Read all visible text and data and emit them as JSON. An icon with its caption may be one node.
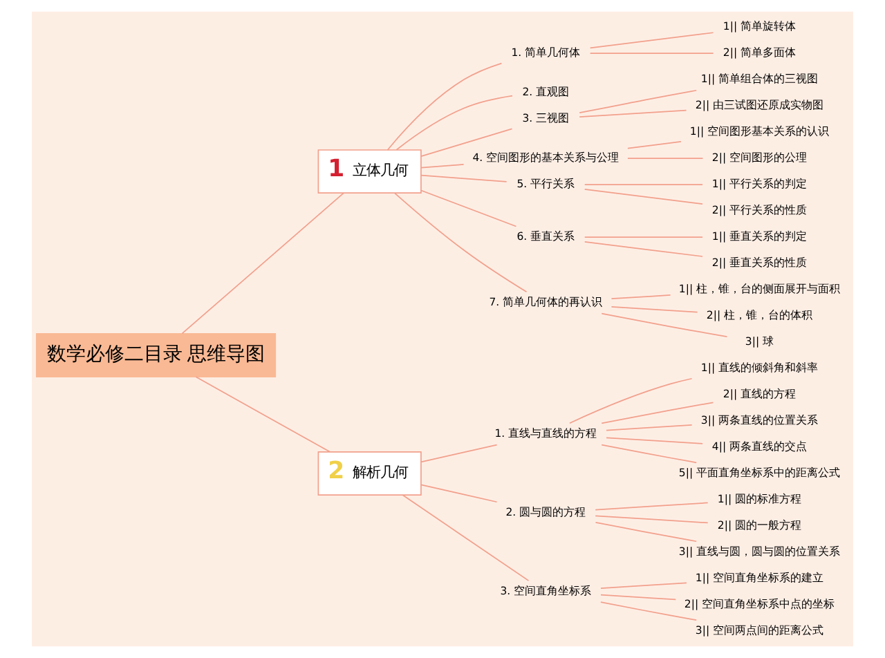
{
  "diagram": {
    "nodes": [
      {
        "text": [
          "数学必修二目录 思维导图"
        ]
      },
      {
        "text": [
          "1",
          "立体几何"
        ]
      },
      {
        "text": [
          "1. 简单几何体"
        ]
      },
      {
        "text": [
          "1|| 简单旋转体"
        ]
      },
      {
        "text": [
          "2|| 简单多面体"
        ]
      },
      {
        "text": [
          "2. 直观图"
        ]
      },
      {
        "text": [
          "3. 三视图"
        ]
      },
      {
        "text": [
          "1|| 简单组合体的三视图"
        ]
      },
      {
        "text": [
          "2|| 由三试图还原成实物图"
        ]
      },
      {
        "text": [
          "4. 空间图形的基本关系与公理"
        ]
      },
      {
        "text": [
          "1|| 空间图形基本关系的认识"
        ]
      },
      {
        "text": [
          "2|| 空间图形的公理"
        ]
      },
      {
        "text": [
          "5. 平行关系"
        ]
      },
      {
        "text": [
          "1|| 平行关系的判定"
        ]
      },
      {
        "text": [
          "2|| 平行关系的性质"
        ]
      },
      {
        "text": [
          "6. 垂直关系"
        ]
      },
      {
        "text": [
          "1|| 垂直关系的判定"
        ]
      },
      {
        "text": [
          "2|| 垂直关系的性质"
        ]
      },
      {
        "text": [
          "7. 简单几何体的再认识"
        ]
      },
      {
        "text": [
          "1|| 柱，锥，台的侧面展开与面积"
        ]
      },
      {
        "text": [
          "2|| 柱，锥，台的体积"
        ]
      },
      {
        "text": [
          "3|| 球"
        ]
      },
      {
        "text": [
          "2",
          "解析几何"
        ]
      },
      {
        "text": [
          "1. 直线与直线的方程"
        ]
      },
      {
        "text": [
          "1|| 直线的倾斜角和斜率"
        ]
      },
      {
        "text": [
          "2|| 直线的方程"
        ]
      },
      {
        "text": [
          "3|| 两条直线的位置关系"
        ]
      },
      {
        "text": [
          "4|| 两条直线的交点"
        ]
      },
      {
        "text": [
          "5|| 平面直角坐标系中的距离公式"
        ]
      },
      {
        "text": [
          "2. 圆与圆的方程"
        ]
      },
      {
        "text": [
          "1|| 圆的标准方程"
        ]
      },
      {
        "text": [
          "2|| 圆的一般方程"
        ]
      },
      {
        "text": [
          "3|| 直线与圆，圆与圆的位置关系"
        ]
      },
      {
        "text": [
          "3. 空间直角坐标系"
        ]
      },
      {
        "text": [
          "1|| 空间直角坐标系的建立"
        ]
      },
      {
        "text": [
          "2|| 空间直角坐标系中点的坐标"
        ]
      },
      {
        "text": [
          "3|| 空间两点间的距离公式"
        ]
      }
    ],
    "edges": [
      {
        "from": 0,
        "to": 1,
        "arrow": "none"
      },
      {
        "from": 1,
        "to": 2,
        "arrow": "none"
      },
      {
        "from": 2,
        "to": 3,
        "arrow": "none"
      },
      {
        "from": 2,
        "to": 4,
        "arrow": "none"
      },
      {
        "from": 1,
        "to": 5,
        "arrow": "none"
      },
      {
        "from": 1,
        "to": 6,
        "arrow": "none"
      },
      {
        "from": 6,
        "to": 7,
        "arrow": "none"
      },
      {
        "from": 6,
        "to": 8,
        "arrow": "none"
      },
      {
        "from": 1,
        "to": 9,
        "arrow": "none"
      },
      {
        "from": 9,
        "to": 10,
        "arrow": "none"
      },
      {
        "from": 9,
        "to": 11,
        "arrow": "none"
      },
      {
        "from": 1,
        "to": 12,
        "arrow": "none"
      },
      {
        "from": 12,
        "to": 13,
        "arrow": "none"
      },
      {
        "from": 12,
        "to": 14,
        "arrow": "none"
      },
      {
        "from": 1,
        "to": 15,
        "arrow": "none"
      },
      {
        "from": 15,
        "to": 16,
        "arrow": "none"
      },
      {
        "from": 15,
        "to": 17,
        "arrow": "none"
      },
      {
        "from": 1,
        "to": 18,
        "arrow": "none"
      },
      {
        "from": 18,
        "to": 19,
        "arrow": "none"
      },
      {
        "from": 18,
        "to": 20,
        "arrow": "none"
      },
      {
        "from": 18,
        "to": 21,
        "arrow": "none"
      },
      {
        "from": 0,
        "to": 22,
        "arrow": "none"
      },
      {
        "from": 22,
        "to": 23,
        "arrow": "none"
      },
      {
        "from": 23,
        "to": 24,
        "arrow": "none"
      },
      {
        "from": 23,
        "to": 25,
        "arrow": "none"
      },
      {
        "from": 23,
        "to": 26,
        "arrow": "none"
      },
      {
        "from": 23,
        "to": 27,
        "arrow": "none"
      },
      {
        "from": 23,
        "to": 28,
        "arrow": "none"
      },
      {
        "from": 22,
        "to": 29,
        "arrow": "none"
      },
      {
        "from": 29,
        "to": 30,
        "arrow": "none"
      },
      {
        "from": 29,
        "to": 31,
        "arrow": "none"
      },
      {
        "from": 29,
        "to": 32,
        "arrow": "none"
      },
      {
        "from": 22,
        "to": 33,
        "arrow": "none"
      },
      {
        "from": 33,
        "to": 34,
        "arrow": "none"
      },
      {
        "from": 33,
        "to": 35,
        "arrow": "none"
      },
      {
        "from": 33,
        "to": 36,
        "arrow": "none"
      }
    ]
  }
}
